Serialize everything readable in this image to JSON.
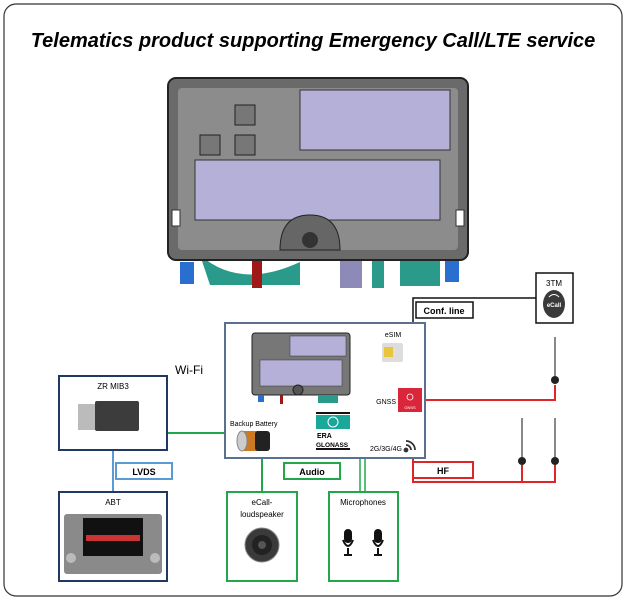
{
  "title": "Telematics product supporting Emergency Call/LTE service",
  "labels": {
    "conf_line": "Conf. line",
    "three_tm": "3TM",
    "ecall_badge": "eCall",
    "esim": "eSIM",
    "gnss": "GNSS",
    "gnss_badge": "GNSS",
    "backup_battery": "Backup Battery",
    "era": "ERA",
    "glonass": "GLONASS",
    "cellular": "2G/3G/4G",
    "wifi": "Wi-Fi",
    "zr_mib3": "ZR MIB3",
    "lvds": "LVDS",
    "abt": "ABT",
    "audio": "Audio",
    "hf": "HF",
    "ecall_loudspeaker_1": "eCall-",
    "ecall_loudspeaker_2": "loudspeaker",
    "microphones": "Microphones"
  },
  "colors": {
    "green": "#22a84a",
    "red": "#e0252a",
    "blue": "#5b9bd5",
    "navy": "#1f3864",
    "housing": "#5a5a5a",
    "panel": "#b4b0d8"
  },
  "icons": [
    "sim-card-icon",
    "gnss-icon",
    "battery-icon",
    "era-glonass-logo",
    "signal-icon",
    "antenna-icon",
    "ecall-icon",
    "speaker-icon",
    "microphone-icon"
  ]
}
